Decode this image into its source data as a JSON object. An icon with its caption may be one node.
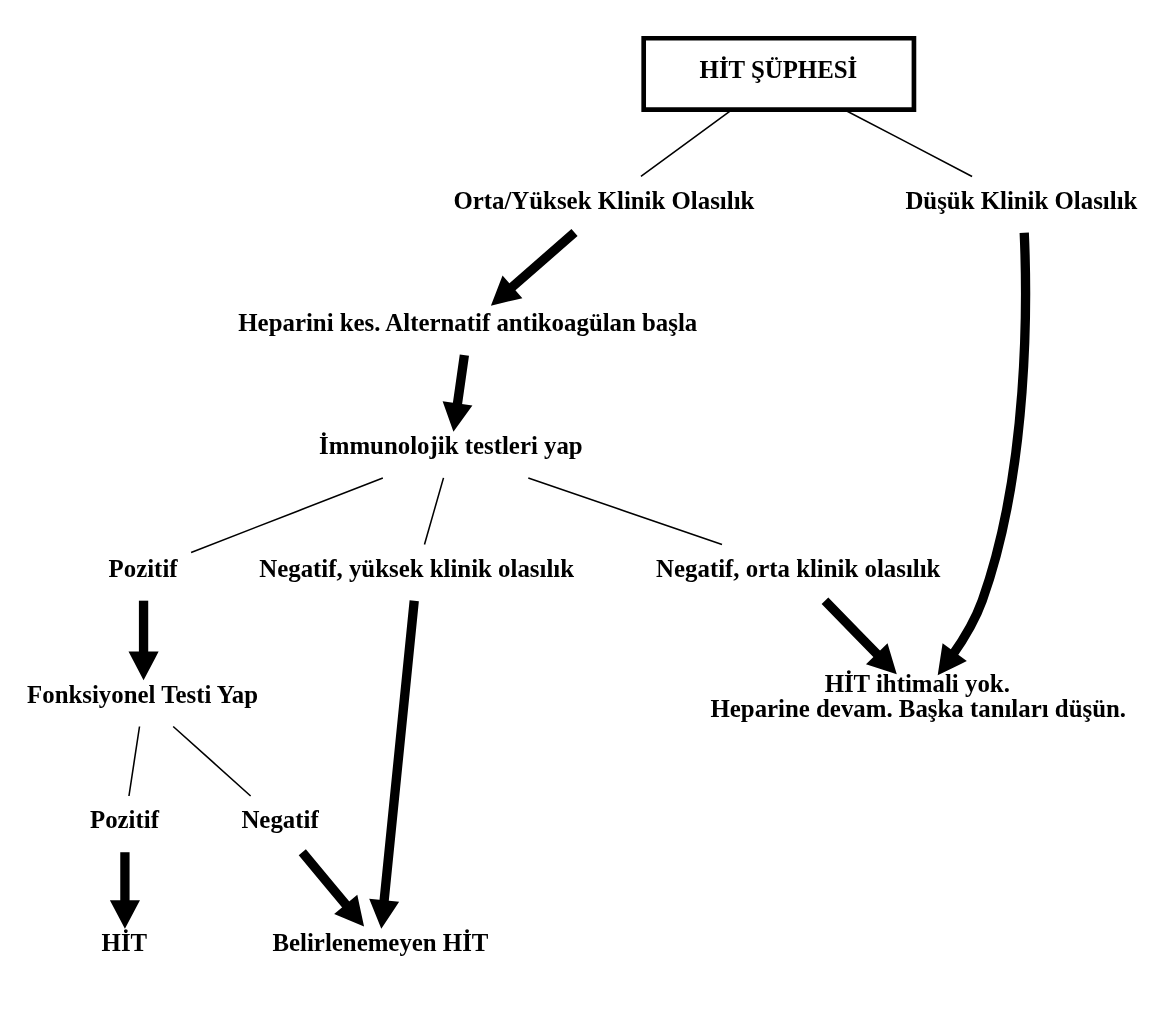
{
  "diagram": {
    "nodes": [
      {
        "text": [
          "HİT ŞÜPHESİ"
        ]
      },
      {
        "text": [
          "Orta/Yüksek Klinik Olasılık"
        ]
      },
      {
        "text": [
          "Düşük Klinik Olasılık"
        ]
      },
      {
        "text": [
          "Heparini kes. Alternatif antikoagülan başla"
        ]
      },
      {
        "text": [
          "İmmunolojik testleri yap"
        ]
      },
      {
        "text": [
          "Pozitif"
        ]
      },
      {
        "text": [
          "Negatif, yüksek klinik olasılık"
        ]
      },
      {
        "text": [
          "Negatif, orta klinik olasılık"
        ]
      },
      {
        "text": [
          "Fonksiyonel Testi Yap"
        ]
      },
      {
        "text": [
          "HİT ihtimali yok.",
          "Heparine devam. Başka tanıları düşün."
        ]
      },
      {
        "text": [
          "Pozitif"
        ]
      },
      {
        "text": [
          "Negatif"
        ]
      },
      {
        "text": [
          "HİT"
        ]
      },
      {
        "text": [
          "Belirlenemeyen HİT"
        ]
      }
    ],
    "edges": [
      {
        "from": 0,
        "to": 1,
        "arrow": "none"
      },
      {
        "from": 0,
        "to": 2,
        "arrow": "none"
      },
      {
        "from": 1,
        "to": 3,
        "arrow": "to"
      },
      {
        "from": 2,
        "to": 9,
        "arrow": "to"
      },
      {
        "from": 3,
        "to": 4,
        "arrow": "to"
      },
      {
        "from": 4,
        "to": 5,
        "arrow": "none"
      },
      {
        "from": 4,
        "to": 6,
        "arrow": "none"
      },
      {
        "from": 4,
        "to": 7,
        "arrow": "none"
      },
      {
        "from": 5,
        "to": 8,
        "arrow": "to"
      },
      {
        "from": 6,
        "to": 13,
        "arrow": "to"
      },
      {
        "from": 7,
        "to": 9,
        "arrow": "to"
      },
      {
        "from": 8,
        "to": 10,
        "arrow": "none"
      },
      {
        "from": 8,
        "to": 11,
        "arrow": "none"
      },
      {
        "from": 10,
        "to": 12,
        "arrow": "to"
      },
      {
        "from": 11,
        "to": 13,
        "arrow": "to"
      }
    ]
  }
}
